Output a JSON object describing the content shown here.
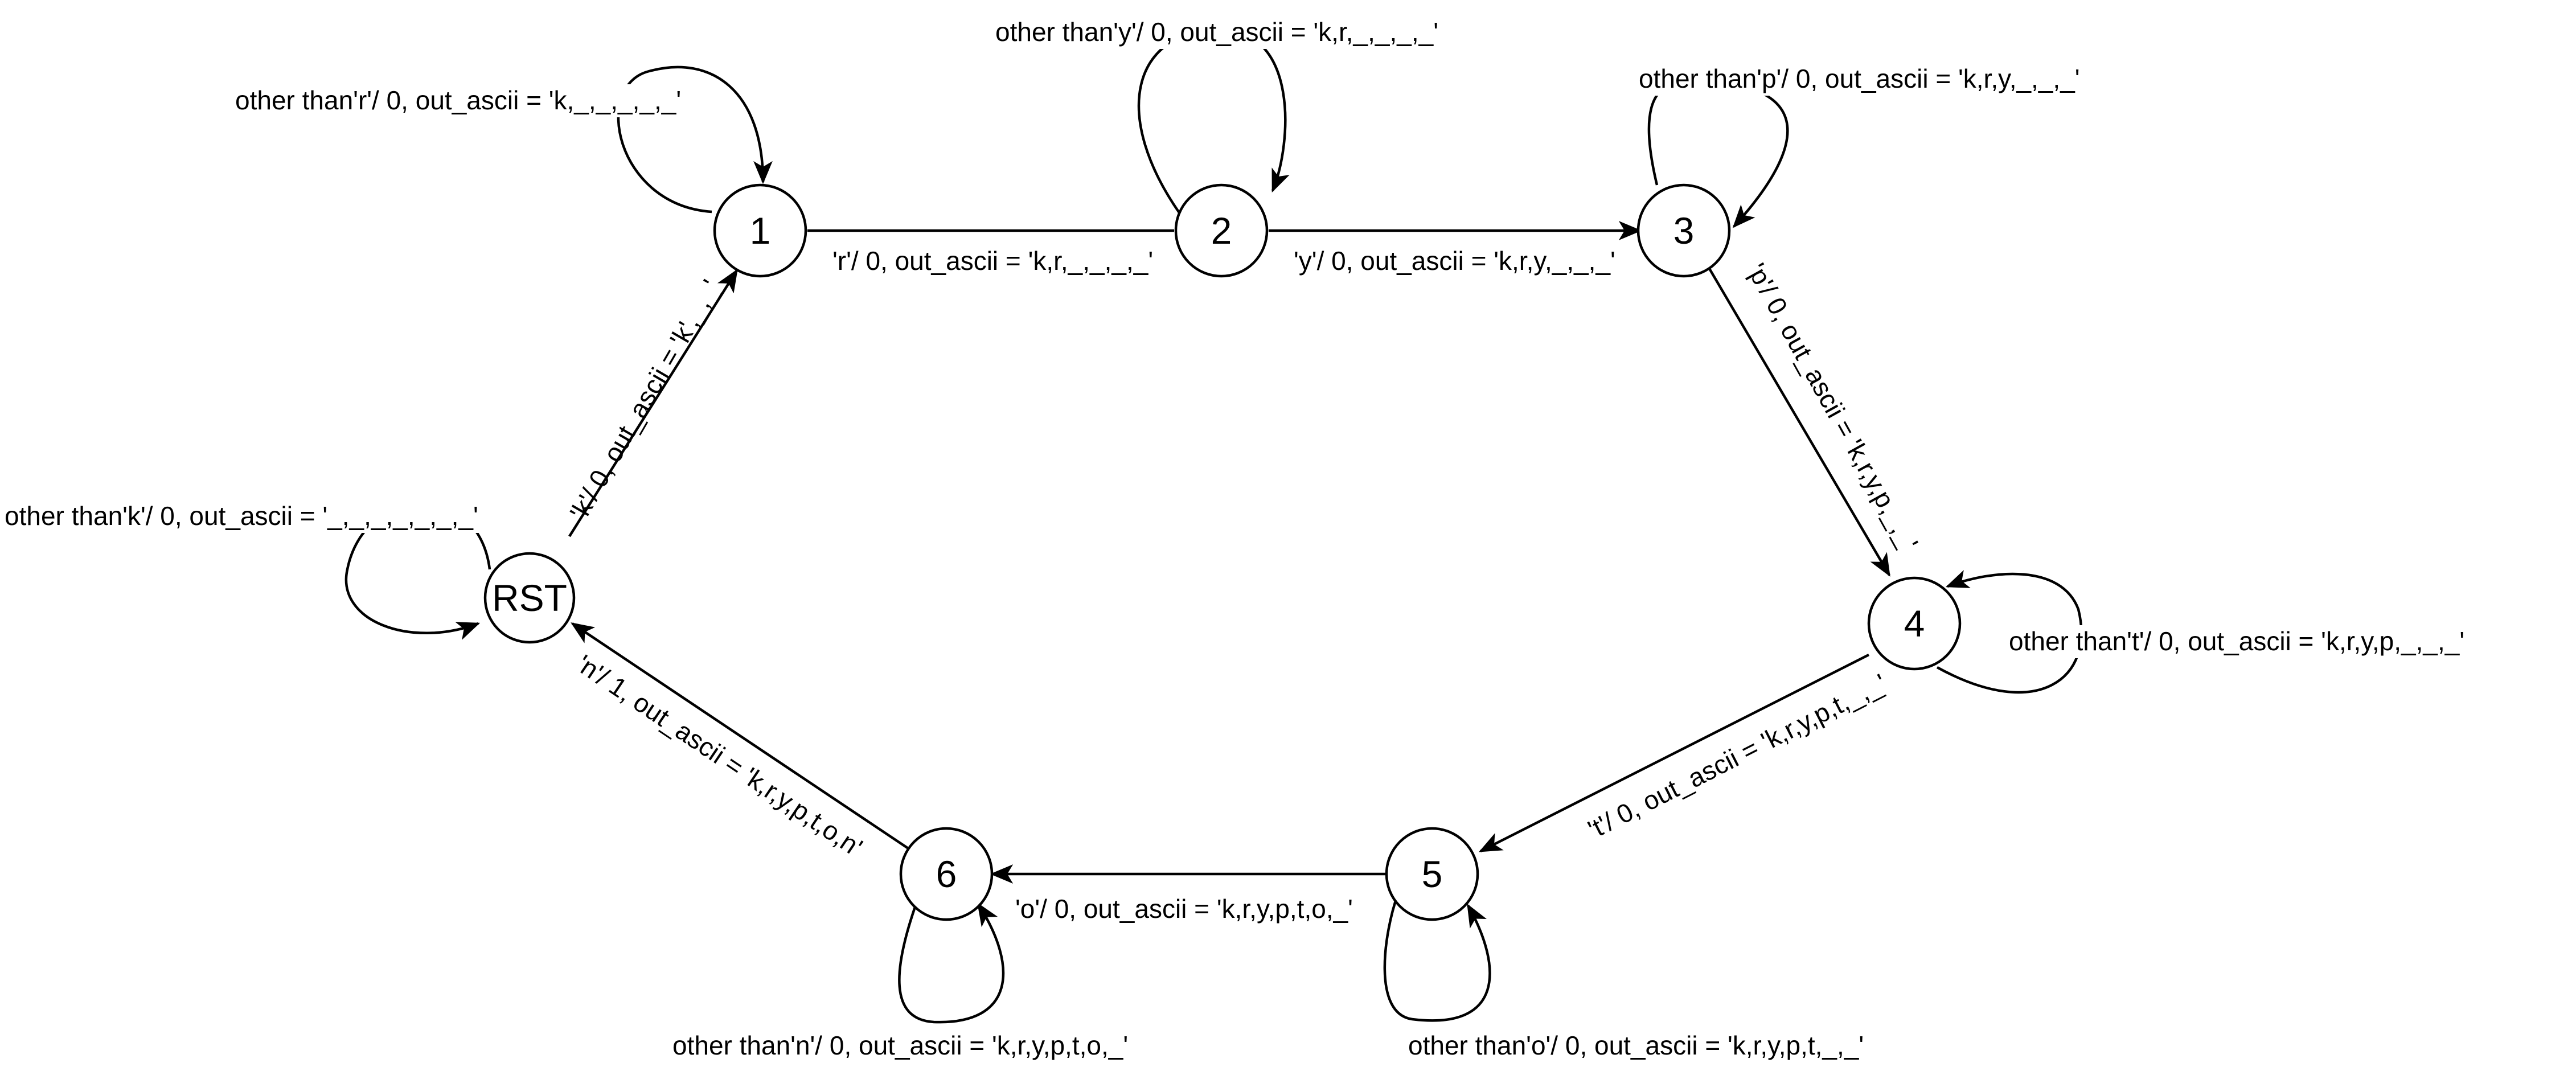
{
  "states": [
    {
      "id": "rst",
      "label": "RST"
    },
    {
      "id": "s1",
      "label": "1"
    },
    {
      "id": "s2",
      "label": "2"
    },
    {
      "id": "s3",
      "label": "3"
    },
    {
      "id": "s4",
      "label": "4"
    },
    {
      "id": "s5",
      "label": "5"
    },
    {
      "id": "s6",
      "label": "6"
    }
  ],
  "transitions": {
    "rst_self": "other than'k'/ 0, out_ascii = '_,_,_,_,_,_,_'",
    "rst_to_1": "'k'/ 0, out_ascii = 'k',_,_'",
    "s1_self": "other than'r'/ 0, out_ascii = 'k,_,_,_,_,_'",
    "s1_to_2": "'r'/ 0, out_ascii = 'k,r,_,_,_,_'",
    "s2_self": "other than'y'/ 0, out_ascii = 'k,r,_,_,_,_'",
    "s2_to_3": "'y'/ 0, out_ascii = 'k,r,y,_,_,_'",
    "s3_self": "other than'p'/ 0, out_ascii = 'k,r,y,_,_,_'",
    "s3_to_4": "'p'/ 0, out_ascii = 'k,r,y,p,_,_'",
    "s4_self": "other than't'/ 0, out_ascii = 'k,r,y,p,_,_,_'",
    "s4_to_5": "'t'/ 0, out_ascii = 'k,r,y,p,t,_,_'",
    "s5_self": "other than'o'/ 0, out_ascii = 'k,r,y,p,t,_,_'",
    "s5_to_6": "'o'/ 0, out_ascii = 'k,r,y,p,t,o,_'",
    "s6_self": "other than'n'/ 0, out_ascii = 'k,r,y,p,t,o,_'",
    "s6_to_rst": "'n'/ 1, out_ascii = 'k,r,y,p,t,o,n'"
  }
}
